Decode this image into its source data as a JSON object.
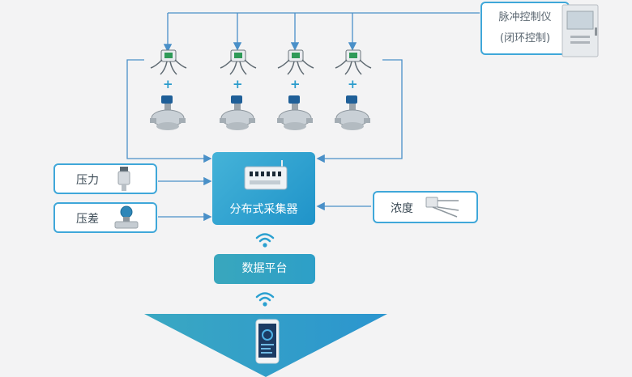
{
  "pulse_controller": {
    "line1": "脉冲控制仪",
    "line2": "(闭环控制)"
  },
  "valves": [
    {
      "plus": "+"
    },
    {
      "plus": "+"
    },
    {
      "plus": "+"
    },
    {
      "plus": "+"
    }
  ],
  "sensors": {
    "pressure": "压力",
    "pressure_diff": "压差",
    "concentration": "浓度"
  },
  "collector": {
    "name": "分布式采集器"
  },
  "platform": {
    "name": "数据平台"
  },
  "colors": {
    "accent": "#3fa7d9",
    "arrow": "#4a90c8",
    "box_fill": "#2a9ccc"
  }
}
